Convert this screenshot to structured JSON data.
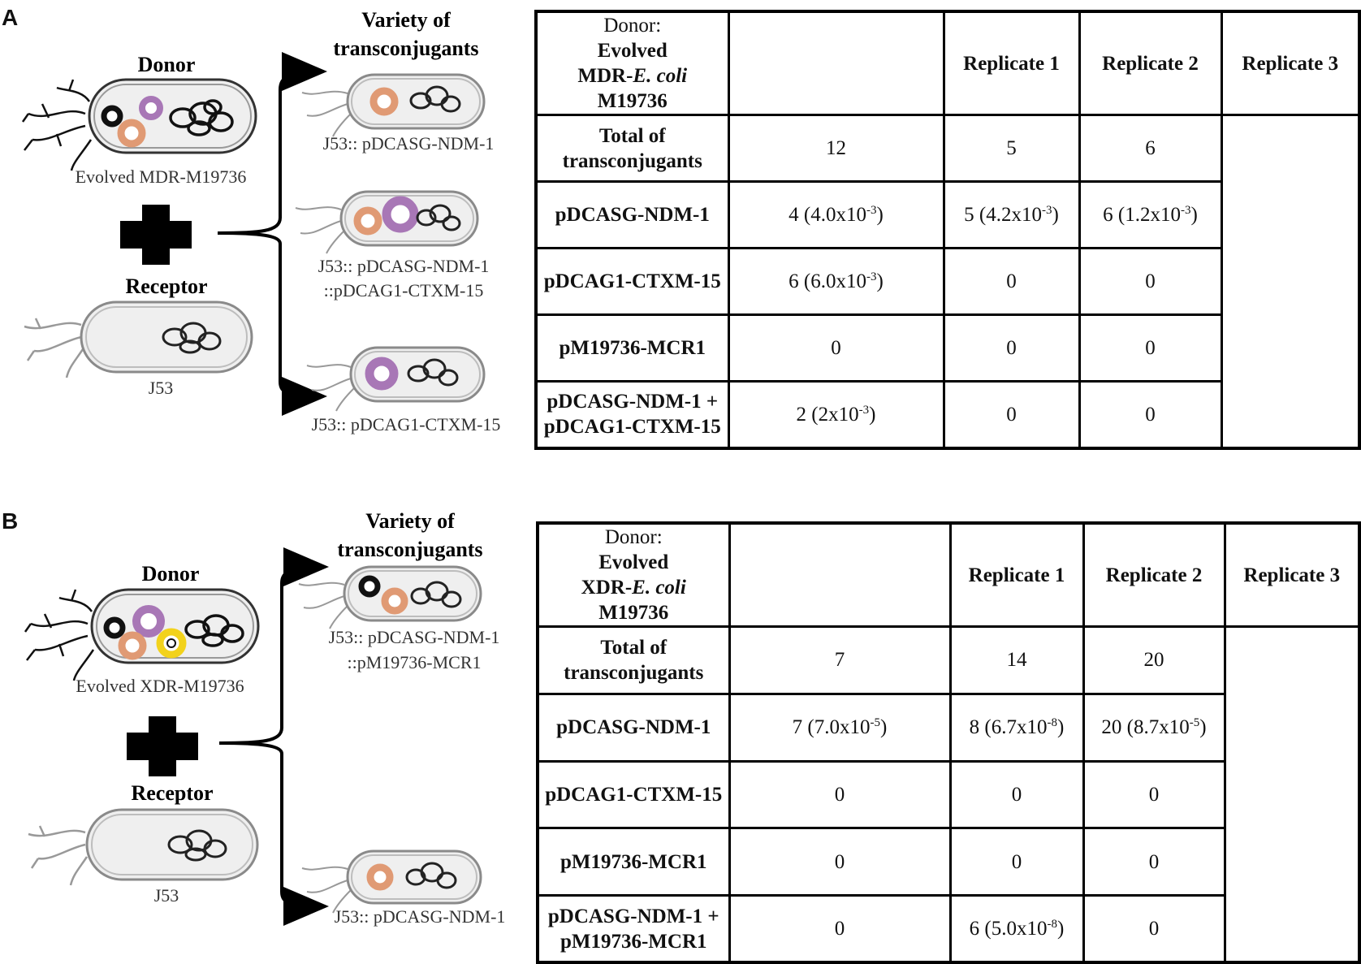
{
  "panels": [
    {
      "letter": "A",
      "donor_title": "Donor",
      "donor_strain": "Evolved MDR-M19736",
      "receptor_title": "Receptor",
      "receptor_strain": "J53",
      "variety_line1": "Variety of",
      "variety_line2": "transconjugants",
      "transconjugants": [
        {
          "line1": "J53:: pDCASG-NDM-1",
          "line2": ""
        },
        {
          "line1": "J53:: pDCASG-NDM-1",
          "line2": "::pDCAG1-CTXM-15"
        },
        {
          "line1": "J53:: pDCAG1-CTXM-15",
          "line2": ""
        }
      ],
      "table": {
        "donor_label": "Donor:",
        "donor_name_pre": "Evolved",
        "donor_name_mid": "MDR-",
        "donor_name_ital": "E. coli",
        "donor_name_post": "M19736",
        "headers": [
          "Replicate 1",
          "Replicate 2",
          "Replicate 3"
        ],
        "rows": [
          {
            "label1": "Total of",
            "label2": "transconjugants",
            "cells": [
              {
                "n": "12",
                "m": "",
                "e": ""
              },
              {
                "n": "5",
                "m": "",
                "e": ""
              },
              {
                "n": "6",
                "m": "",
                "e": ""
              }
            ]
          },
          {
            "label1": "pDCASG-NDM-1",
            "label2": "",
            "cells": [
              {
                "n": "4 (4.0x10",
                "m": "-3",
                "e": ")"
              },
              {
                "n": "5 (4.2x10",
                "m": "-3",
                "e": ")"
              },
              {
                "n": "6 (1.2x10",
                "m": "-3",
                "e": ")"
              }
            ]
          },
          {
            "label1": "pDCAG1-CTXM-15",
            "label2": "",
            "cells": [
              {
                "n": "6 (6.0x10",
                "m": "-3",
                "e": ")"
              },
              {
                "n": "0",
                "m": "",
                "e": ""
              },
              {
                "n": "0",
                "m": "",
                "e": ""
              }
            ]
          },
          {
            "label1": "pM19736-MCR1",
            "label2": "",
            "cells": [
              {
                "n": "0",
                "m": "",
                "e": ""
              },
              {
                "n": "0",
                "m": "",
                "e": ""
              },
              {
                "n": "0",
                "m": "",
                "e": ""
              }
            ]
          },
          {
            "label1": "pDCASG-NDM-1 +",
            "label2": "pDCAG1-CTXM-15",
            "cells": [
              {
                "n": "2 (2x10",
                "m": "-3",
                "e": ")"
              },
              {
                "n": "0",
                "m": "",
                "e": ""
              },
              {
                "n": "0",
                "m": "",
                "e": ""
              }
            ]
          }
        ]
      }
    },
    {
      "letter": "B",
      "donor_title": "Donor",
      "donor_strain": "Evolved XDR-M19736",
      "receptor_title": "Receptor",
      "receptor_strain": "J53",
      "variety_line1": "Variety of",
      "variety_line2": "transconjugants",
      "transconjugants": [
        {
          "line1": "J53:: pDCASG-NDM-1",
          "line2": "::pM19736-MCR1"
        },
        {
          "line1": "J53:: pDCASG-NDM-1",
          "line2": ""
        }
      ],
      "table": {
        "donor_label": "Donor:",
        "donor_name_pre": "Evolved",
        "donor_name_mid": "XDR-",
        "donor_name_ital": "E. coli",
        "donor_name_post": "M19736",
        "headers": [
          "Replicate 1",
          "Replicate 2",
          "Replicate 3"
        ],
        "rows": [
          {
            "label1": "Total of",
            "label2": "transconjugants",
            "cells": [
              {
                "n": "7",
                "m": "",
                "e": ""
              },
              {
                "n": "14",
                "m": "",
                "e": ""
              },
              {
                "n": "20",
                "m": "",
                "e": ""
              }
            ]
          },
          {
            "label1": "pDCASG-NDM-1",
            "label2": "",
            "cells": [
              {
                "n": "7 (7.0x10",
                "m": "-5",
                "e": ")"
              },
              {
                "n": "8 (6.7x10",
                "m": "-8",
                "e": ")"
              },
              {
                "n": "20 (8.7x10",
                "m": "-5",
                "e": ")"
              }
            ]
          },
          {
            "label1": "pDCAG1-CTXM-15",
            "label2": "",
            "cells": [
              {
                "n": "0",
                "m": "",
                "e": ""
              },
              {
                "n": "0",
                "m": "",
                "e": ""
              },
              {
                "n": "0",
                "m": "",
                "e": ""
              }
            ]
          },
          {
            "label1": "pM19736-MCR1",
            "label2": "",
            "cells": [
              {
                "n": "0",
                "m": "",
                "e": ""
              },
              {
                "n": "0",
                "m": "",
                "e": ""
              },
              {
                "n": "0",
                "m": "",
                "e": ""
              }
            ]
          },
          {
            "label1": "pDCASG-NDM-1 +",
            "label2": "pM19736-MCR1",
            "cells": [
              {
                "n": "0",
                "m": "",
                "e": ""
              },
              {
                "n": "6 (5.0x10",
                "m": "-8",
                "e": ")"
              },
              {
                "n": "0",
                "m": "",
                "e": ""
              }
            ]
          }
        ]
      }
    }
  ],
  "colors": {
    "ndm_plasmid": "#e09a74",
    "ctxm_plasmid": "#a877b6",
    "mcr_plasmid": "#f2d21b",
    "cell_fill": "#efefef",
    "cell_border": "#8a8a8a"
  }
}
